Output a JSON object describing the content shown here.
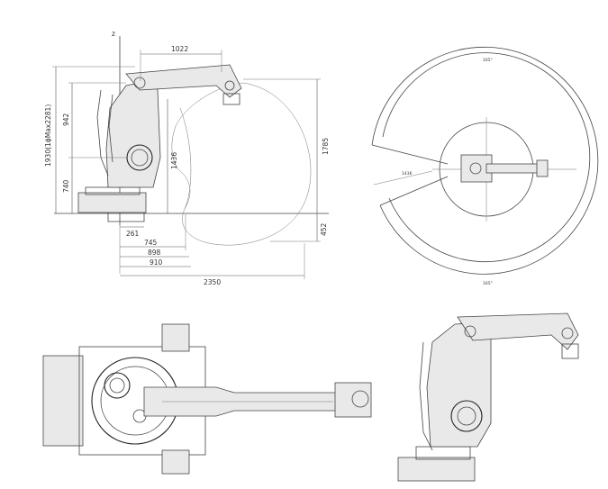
{
  "side_view": {
    "axis_label": "z",
    "dims": {
      "top_reach": "1022",
      "total_height": "1930(1ϕMax2281)",
      "upper_height": "942",
      "lower_height": "740",
      "column_height": "1436",
      "right_height": "1785",
      "below_base": "452",
      "base_offset": "261",
      "r745": "745",
      "r898": "898",
      "r910": "910",
      "total_width": "2350"
    }
  },
  "top_view": {
    "angle_top": "165°",
    "angle_bottom": "165°",
    "inner_dim": "1436"
  }
}
